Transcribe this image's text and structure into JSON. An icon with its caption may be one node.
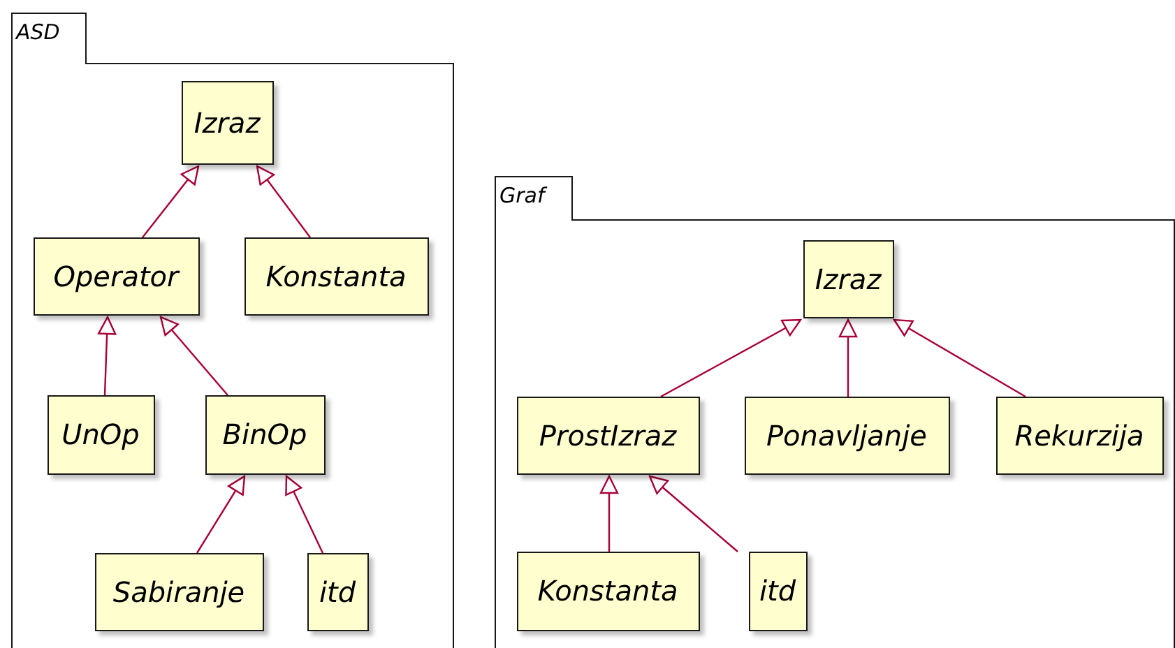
{
  "diagram": {
    "nodes": [
      {
        "text": [
          "ASD"
        ]
      },
      {
        "text": [
          "Izraz"
        ],
        "in": 0
      },
      {
        "text": [
          "Operator"
        ],
        "in": 0
      },
      {
        "text": [
          "Konstanta"
        ],
        "in": 0
      },
      {
        "text": [
          "UnOp"
        ],
        "in": 0
      },
      {
        "text": [
          "BinOp"
        ],
        "in": 0
      },
      {
        "text": [
          "Sabiranje"
        ],
        "in": 0
      },
      {
        "text": [
          "itd"
        ],
        "in": 0
      },
      {
        "text": [
          "Graf"
        ]
      },
      {
        "text": [
          "Izraz"
        ],
        "in": 8
      },
      {
        "text": [
          "ProstIzraz"
        ],
        "in": 8
      },
      {
        "text": [
          "Ponavljanje"
        ],
        "in": 8
      },
      {
        "text": [
          "Rekurzija"
        ],
        "in": 8
      },
      {
        "text": [
          "Konstanta"
        ],
        "in": 8
      },
      {
        "text": [
          "itd"
        ],
        "in": 8
      }
    ],
    "edges": [
      {
        "from": 2,
        "to": 1,
        "arrow": "to"
      },
      {
        "from": 3,
        "to": 1,
        "arrow": "to"
      },
      {
        "from": 4,
        "to": 2,
        "arrow": "to"
      },
      {
        "from": 5,
        "to": 2,
        "arrow": "to"
      },
      {
        "from": 6,
        "to": 5,
        "arrow": "to"
      },
      {
        "from": 7,
        "to": 5,
        "arrow": "to"
      },
      {
        "from": 10,
        "to": 9,
        "arrow": "to"
      },
      {
        "from": 11,
        "to": 9,
        "arrow": "to"
      },
      {
        "from": 12,
        "to": 9,
        "arrow": "to"
      },
      {
        "from": 13,
        "to": 10,
        "arrow": "to"
      },
      {
        "from": 14,
        "to": 10,
        "arrow": "to"
      }
    ]
  }
}
